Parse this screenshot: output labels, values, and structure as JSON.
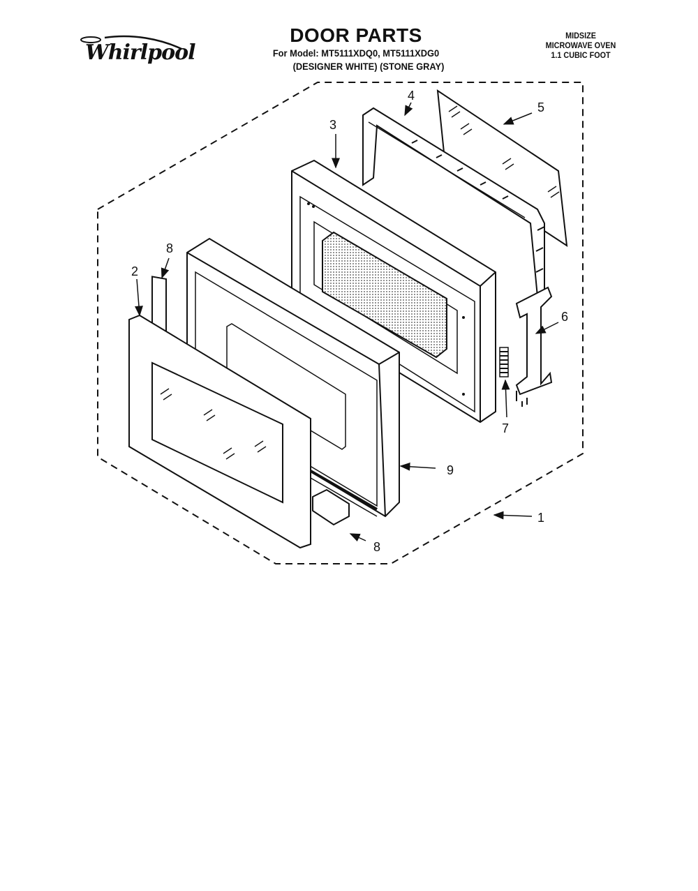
{
  "brand": {
    "name": "Whirlpool"
  },
  "header": {
    "title": "DOOR PARTS",
    "model_line": "For Model: MT5111XDQ0, MT5111XDG0",
    "variant_line": "(DESIGNER WHITE) (STONE GRAY)"
  },
  "product_info": {
    "line1": "MIDSIZE",
    "line2": "MICROWAVE OVEN",
    "line3": "1.1 CUBIC FOOT"
  },
  "callouts": {
    "c1": "1",
    "c2": "2",
    "c3": "3",
    "c4": "4",
    "c5": "5",
    "c6": "6",
    "c7": "7",
    "c8_top": "8",
    "c8_bottom": "8",
    "c9": "9"
  }
}
